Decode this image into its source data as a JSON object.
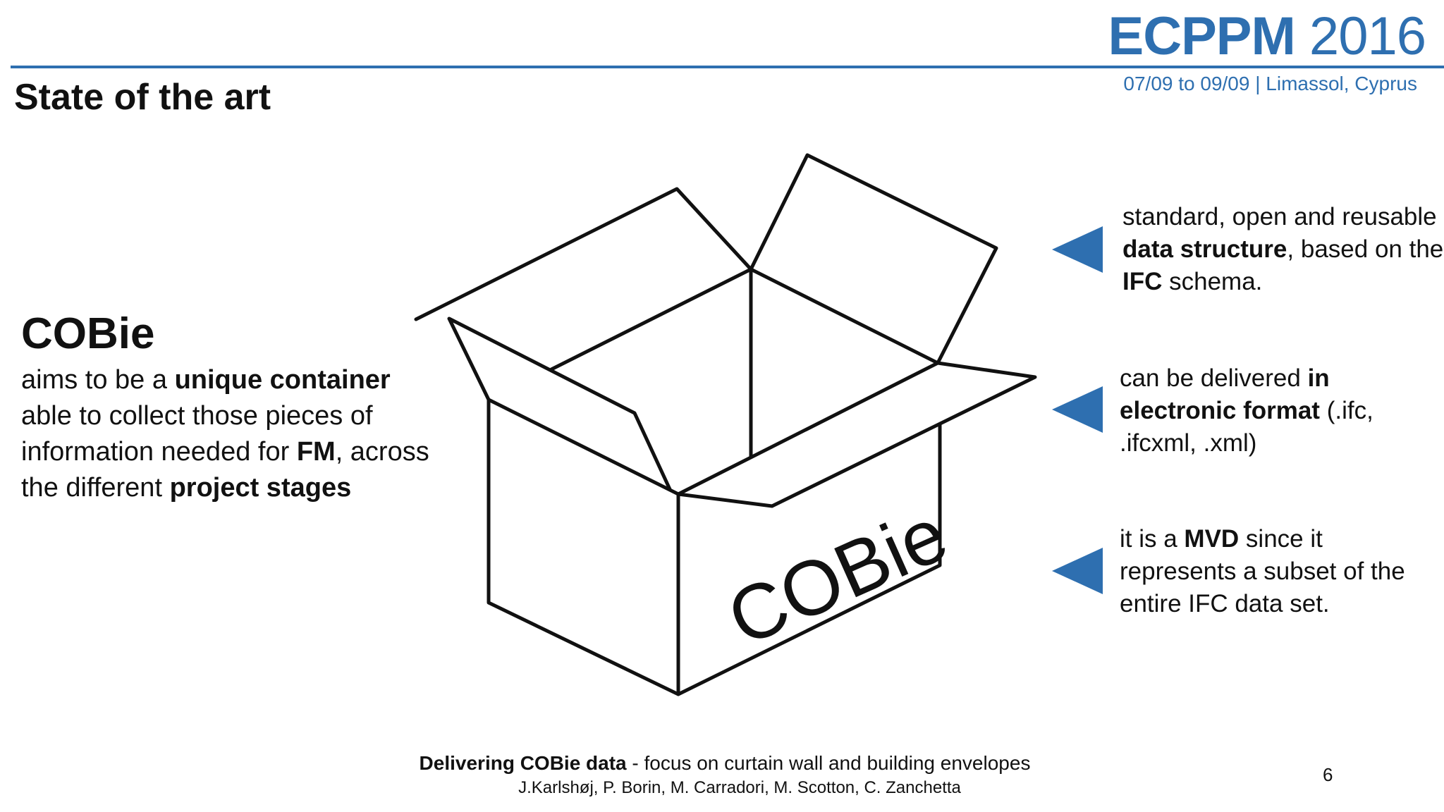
{
  "header": {
    "brand_bold": "ECPPM",
    "brand_year": "2016",
    "subtitle": "07/09 to 09/09 | Limassol, Cyprus",
    "slide_title": "State of the art"
  },
  "left": {
    "heading": "COBie",
    "desc_1": "aims to be a ",
    "desc_2": "unique container",
    "desc_3": " able to collect those pieces of information needed for ",
    "desc_4": "FM",
    "desc_5": ", across the different ",
    "desc_6": "project stages"
  },
  "box": {
    "label": "COBie"
  },
  "bullets": {
    "b1": {
      "t1": "standard, open and reusable ",
      "t2": "data structure",
      "t3": ", based on the ",
      "t4": "IFC",
      "t5": " schema."
    },
    "b2": {
      "t1": "can be delivered ",
      "t2": "in electronic format",
      "t3": " (.ifc, .ifcxml, .xml)"
    },
    "b3": {
      "t1": "it is a ",
      "t2": "MVD",
      "t3": " since it represents a subset of the entire IFC data set."
    }
  },
  "footer": {
    "title_bold": "Delivering COBie data",
    "title_rest": " - focus on curtain wall and building envelopes",
    "authors": "J.Karlshøj, P. Borin, M. Carradori, M. Scotton, C. Zanchetta",
    "page_number": "6"
  },
  "colors": {
    "accent": "#2e6fb0",
    "text": "#111111"
  },
  "icons": [
    "left-pointing-triangle-icon",
    "open-box-illustration"
  ]
}
